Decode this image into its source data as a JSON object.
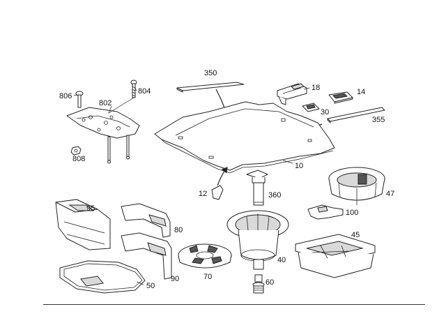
{
  "labels": {
    "p350": "350",
    "p18": "18",
    "p14": "14",
    "p30": "30",
    "p355": "355",
    "p806": "806",
    "p804": "804",
    "p802": "802",
    "p808": "808",
    "p10": "10",
    "p12": "12",
    "p360": "360",
    "p47": "47",
    "p100": "100",
    "p95": "95",
    "p80": "80",
    "p45": "45",
    "p40": "40",
    "p90": "90",
    "p70": "70",
    "p60": "60",
    "p50": "50"
  }
}
